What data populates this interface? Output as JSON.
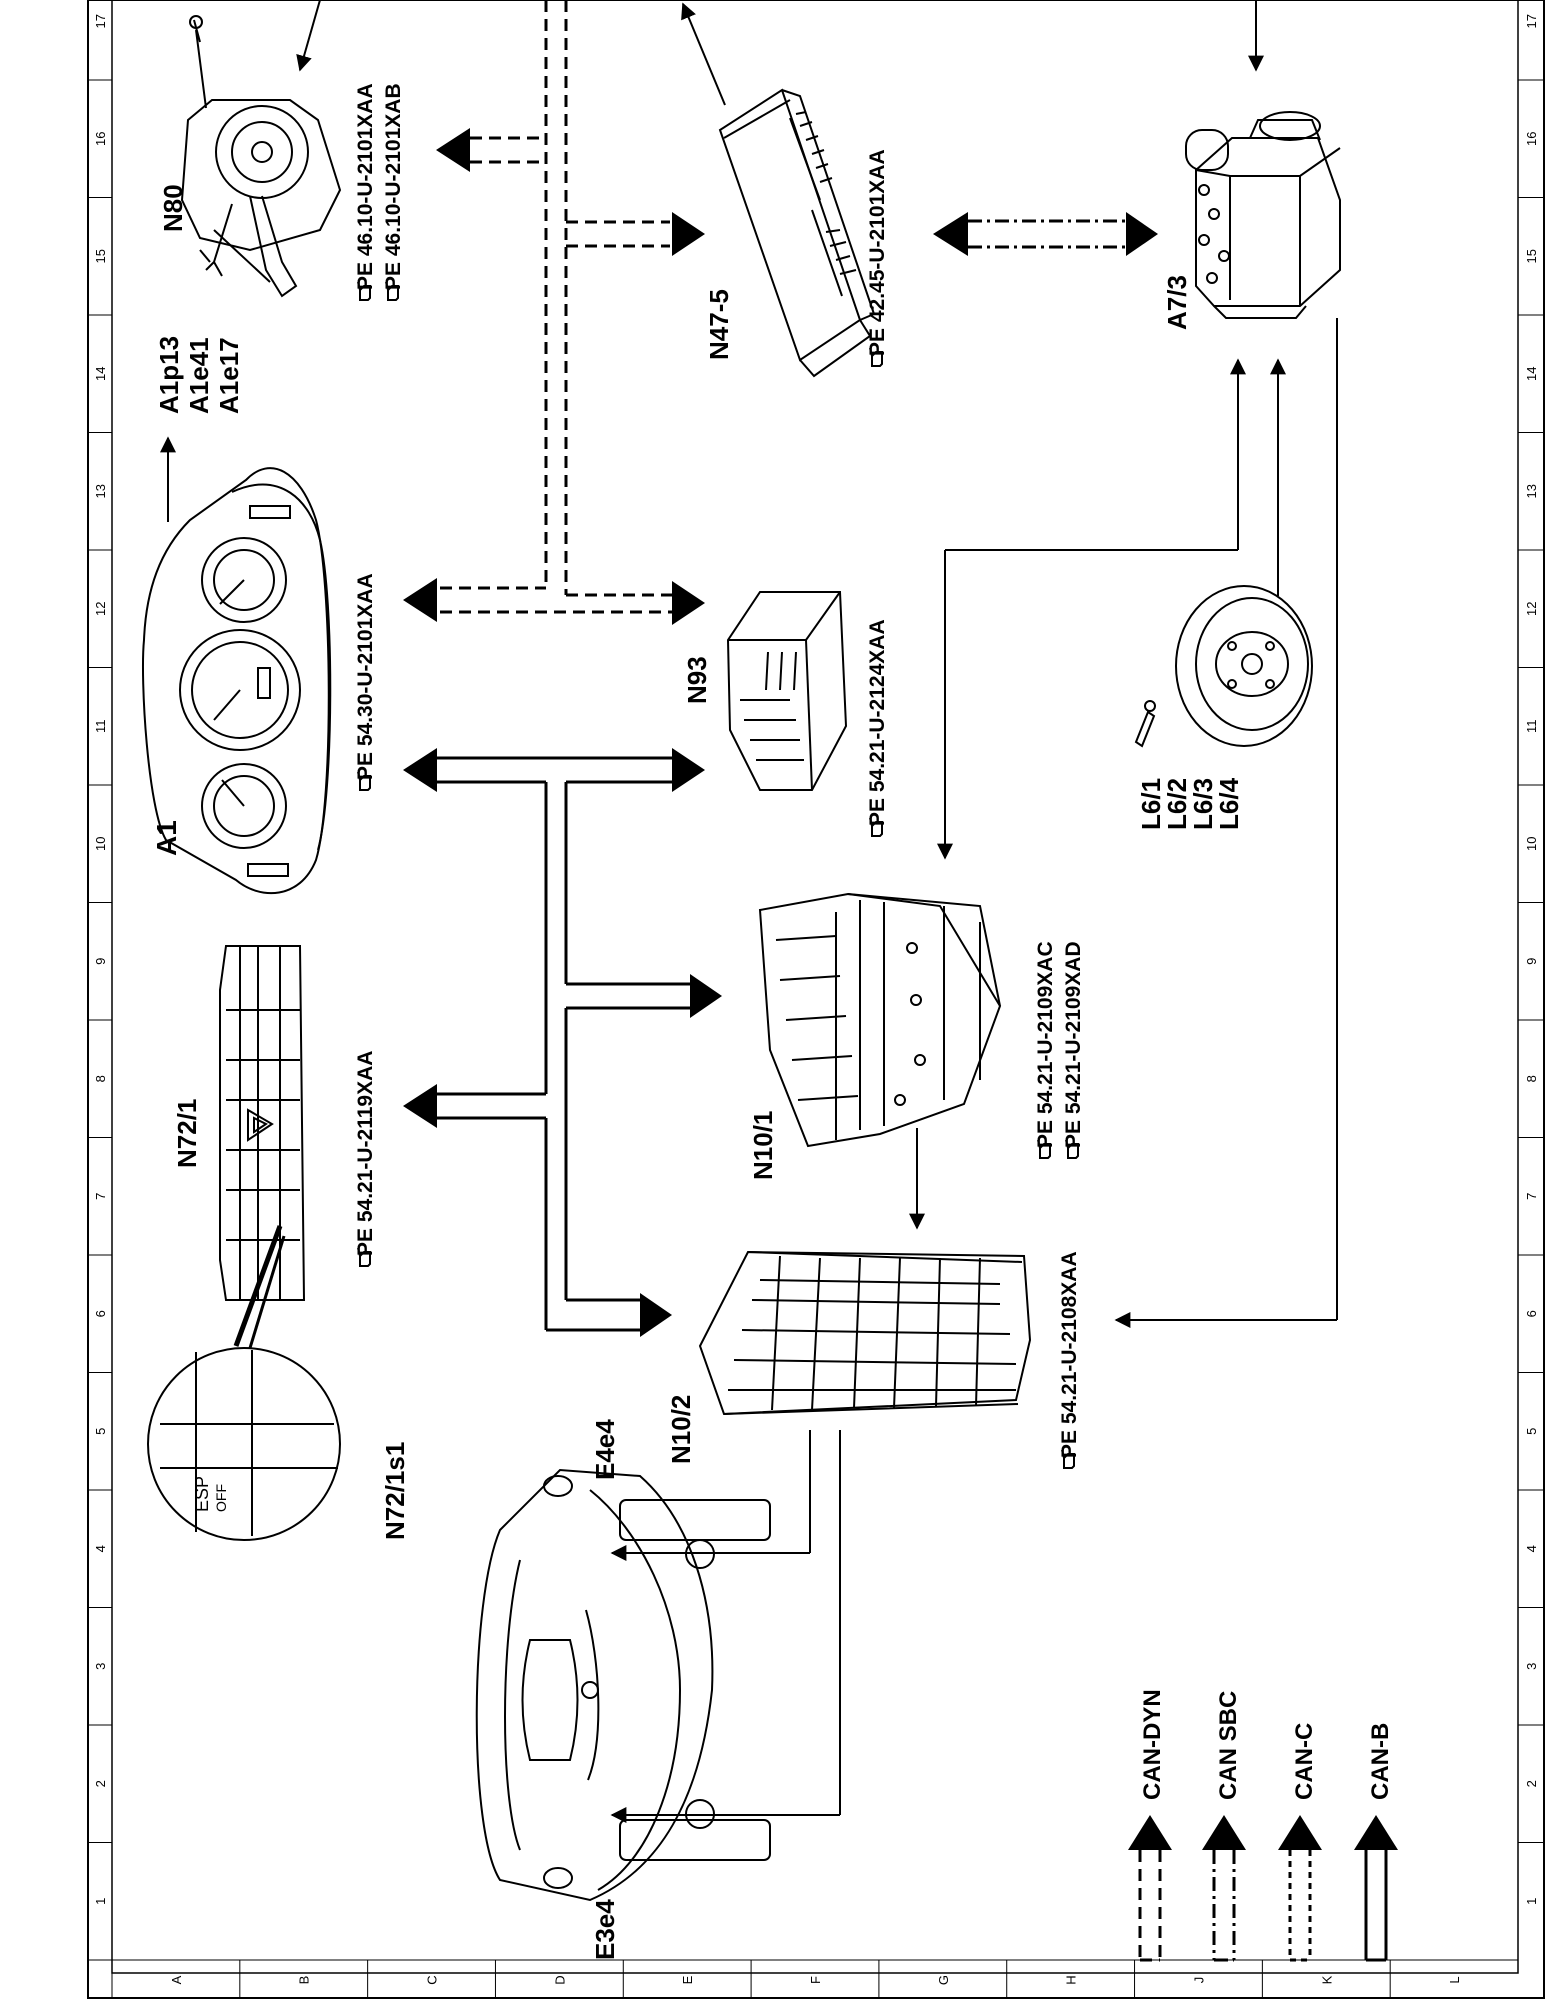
{
  "components": {
    "N80": {
      "code": "N80",
      "refs": [
        "PE  46.10-U-2101XAA",
        "PE  46.10-U-2101XAB"
      ]
    },
    "N47_5": {
      "code": "N47-5",
      "refs": [
        "PE  42.45-U-2101XAA"
      ]
    },
    "A7_3": {
      "code": "A7/3"
    },
    "A1": {
      "code": "A1",
      "refs": [
        "PE  54.30-U-2101XAA"
      ]
    },
    "A1_out": {
      "codes": [
        "A1p13",
        "A1e41",
        "A1e17"
      ]
    },
    "N93": {
      "code": "N93",
      "refs": [
        "PE  54.21-U-2124XAA"
      ]
    },
    "L6": {
      "codes": [
        "L6/1",
        "L6/2",
        "L6/3",
        "L6/4"
      ]
    },
    "N72_1": {
      "code": "N72/1",
      "refs": [
        "PE  54.21-U-2119XAA"
      ]
    },
    "N10_1": {
      "code": "N10/1",
      "refs": [
        "PE  54.21-U-2109XAC",
        "PE  54.21-U-2109XAD"
      ]
    },
    "N10_2": {
      "code": "N10/2",
      "refs": [
        "PE  54.21-U-2108XAA"
      ]
    },
    "N72_1s1": {
      "code": "N72/1s1",
      "button_text": [
        "ESP",
        "OFF"
      ]
    },
    "E4e4": {
      "code": "E4e4"
    },
    "E3e4": {
      "code": "E3e4"
    }
  },
  "legend": [
    {
      "label": "CAN-DYN",
      "style": "dash"
    },
    {
      "label": "CAN SBC",
      "style": "dashdot"
    },
    {
      "label": "CAN-C",
      "style": "smalldash"
    },
    {
      "label": "CAN-B",
      "style": "solid"
    }
  ],
  "ruler_numbers": [
    "1",
    "2",
    "3",
    "4",
    "5",
    "6",
    "7",
    "8",
    "9",
    "10",
    "11",
    "12",
    "13",
    "14",
    "15",
    "16",
    "17"
  ],
  "ruler_letters": [
    "A",
    "B",
    "C",
    "D",
    "E",
    "F",
    "G",
    "H",
    "J",
    "K",
    "L"
  ],
  "icons": {
    "pe_ref": "pointing-hand-icon"
  }
}
